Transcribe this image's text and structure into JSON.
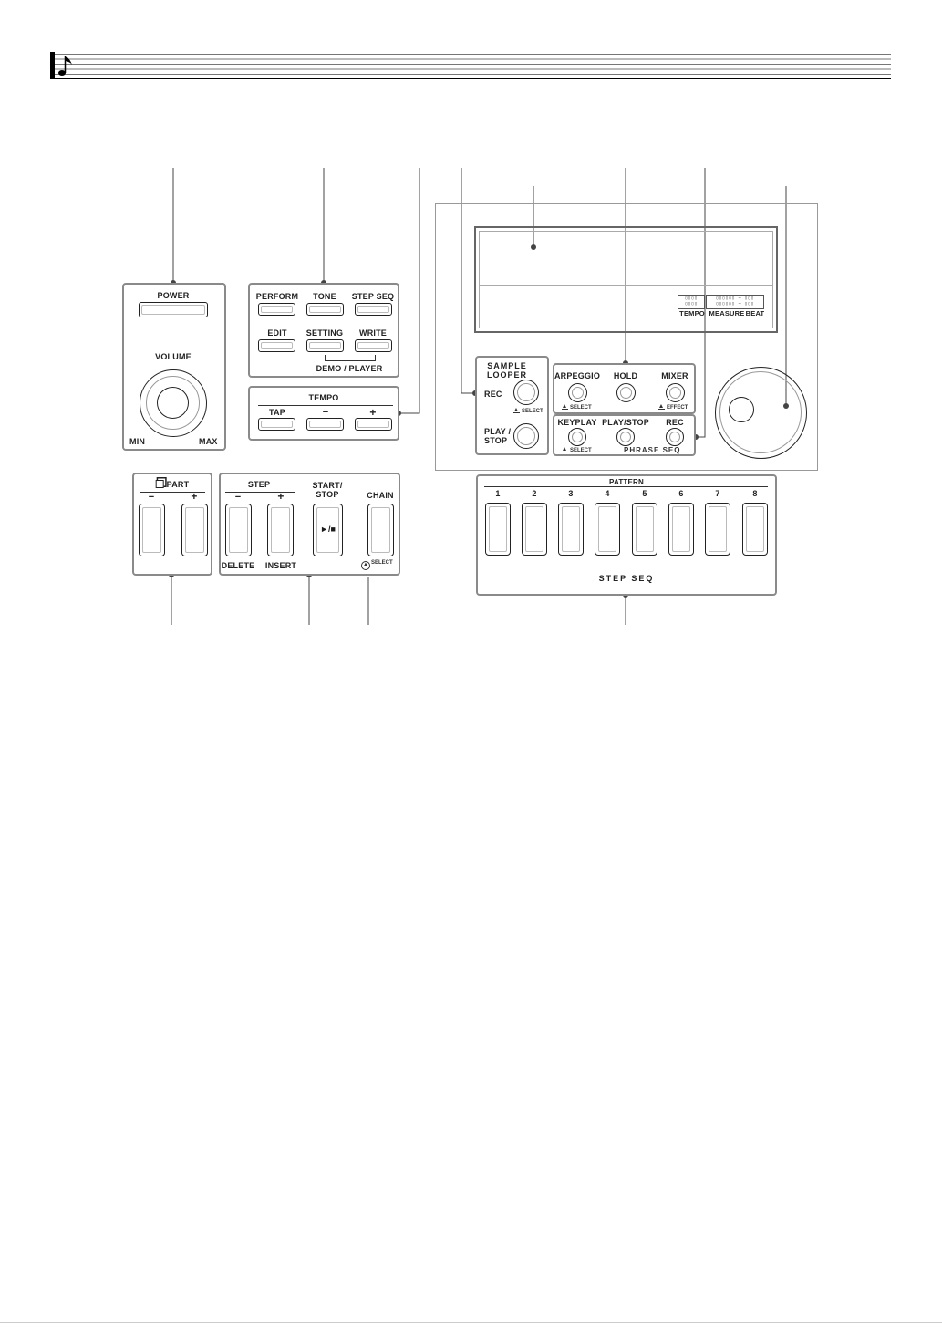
{
  "power_volume": {
    "power": "POWER",
    "volume": "VOLUME",
    "min": "MIN",
    "max": "MAX"
  },
  "mode_buttons": {
    "perform": "PERFORM",
    "tone": "TONE",
    "step_seq": "STEP SEQ",
    "edit": "EDIT",
    "setting": "SETTING",
    "write": "WRITE",
    "demo_player": "DEMO / PLAYER"
  },
  "tempo": {
    "title": "TEMPO",
    "tap": "TAP",
    "minus": "−",
    "plus": "+"
  },
  "sample_looper": {
    "title_line1": "SAMPLE",
    "title_line2": "LOOPER",
    "rec": "REC",
    "select": "SELECT",
    "play_stop_line1": "PLAY /",
    "play_stop_line2": "STOP"
  },
  "arp_panel": {
    "arpeggio": "ARPEGGIO",
    "hold": "HOLD",
    "mixer": "MIXER",
    "select": "SELECT",
    "effect": "EFFECT"
  },
  "phrase_panel": {
    "keyplay": "KEYPLAY",
    "play_stop": "PLAY/STOP",
    "rec": "REC",
    "select": "SELECT",
    "phrase_seq": "PHRASE SEQ"
  },
  "display": {
    "tempo": "TEMPO",
    "measure": "MEASURE",
    "beat": "BEAT"
  },
  "part_panel": {
    "title": "PART",
    "minus": "−",
    "plus": "+"
  },
  "step_panel": {
    "step": "STEP",
    "minus": "−",
    "plus": "+",
    "delete": "DELETE",
    "insert": "INSERT",
    "start_stop_line1": "START/",
    "start_stop_line2": "STOP",
    "play_stop_symbol": "►/■",
    "chain": "CHAIN",
    "select": "SELECT"
  },
  "pattern_panel": {
    "title": "PATTERN",
    "numbers": [
      "1",
      "2",
      "3",
      "4",
      "5",
      "6",
      "7",
      "8"
    ],
    "step_seq": "STEP SEQ"
  }
}
